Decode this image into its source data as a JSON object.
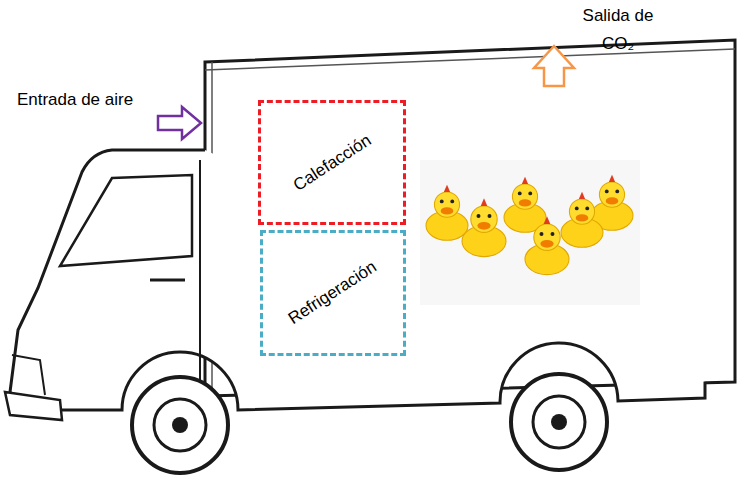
{
  "diagram": {
    "nodes": [
      {
        "text": [
          "Calefacción"
        ]
      },
      {
        "text": [
          "Refrigeración"
        ]
      }
    ],
    "labels": [
      "Entrada de aire",
      "Salida de CO₂"
    ]
  }
}
